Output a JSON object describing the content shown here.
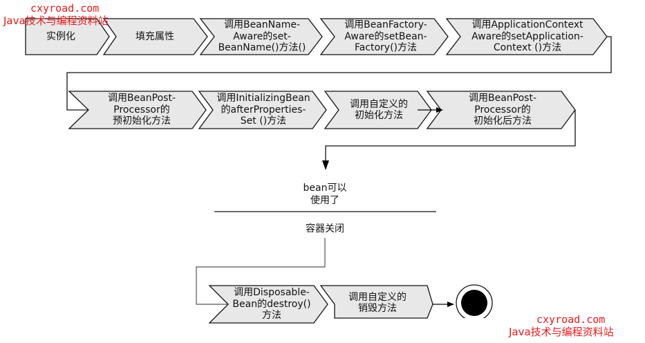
{
  "row1": [
    {
      "label": "实例化"
    },
    {
      "label": "填充属性"
    },
    {
      "label": "调用BeanName-\nAware的set-\nBeanName()方法()"
    },
    {
      "label": "调用BeanFactory-\nAware的setBean-\nFactory()方法"
    },
    {
      "label": "调用ApplicationContext\nAware的setApplication-\nContext ()方法"
    }
  ],
  "row2": [
    {
      "label": "调用BeanPost-\nProcessor的\n预初始化方法"
    },
    {
      "label": "调用InitializingBean\n的afterProperties-\nSet ()方法"
    },
    {
      "label": "调用自定义的\n初始化方法"
    },
    {
      "label": "调用BeanPost-\nProcessor的\n初始化后方法"
    }
  ],
  "bean_ready": "bean可以\n使用了",
  "container_close": "容器关闭",
  "row3": [
    {
      "label": "调用Disposable-\nBean的destroy()\n方法"
    },
    {
      "label": "调用自定义的\n销毁方法"
    }
  ],
  "watermark": {
    "top_url": "cxyroad.com",
    "top_text": "Java技术与编程资料站",
    "bottom_url": "cxyroad.com",
    "bottom_text": "Java技术与编程资料站",
    "color": "#e8191b"
  }
}
